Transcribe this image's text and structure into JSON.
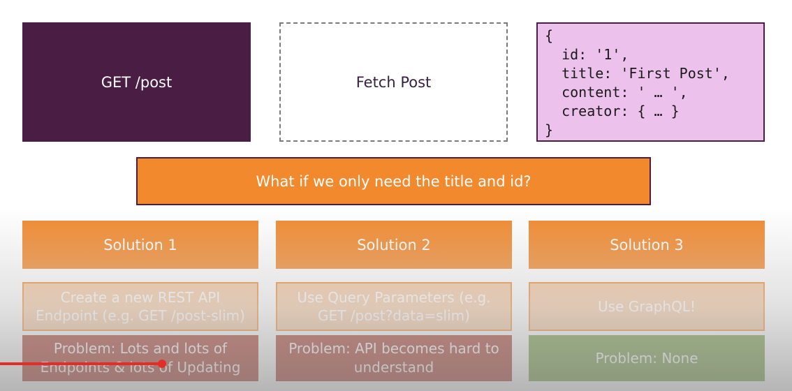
{
  "top_row": {
    "get_label": "GET /post",
    "fetch_label": "Fetch Post",
    "json_lines": [
      "{",
      "  id: '1',",
      "  title: 'First Post',",
      "  content: ' … ',",
      "  creator: { … }",
      "}"
    ]
  },
  "question": "What if we only need the title and id?",
  "solutions": [
    {
      "title": "Solution 1",
      "description": "Create a new REST API Endpoint (e.g. GET /post-slim)",
      "problem": "Problem: Lots and lots of Endpoints & lots of Updating"
    },
    {
      "title": "Solution 2",
      "description": "Use Query Parameters (e.g. GET /post?data=slim)",
      "problem": "Problem: API becomes hard to understand"
    },
    {
      "title": "Solution 3",
      "description": "Use GraphQL!",
      "problem": "Problem: None"
    }
  ],
  "colors": {
    "purple": "#4a1d45",
    "orange": "#f2892d",
    "light_orange": "#f7c79f",
    "pink": "#ecc2ec",
    "problem_red": "#a83224",
    "problem_green": "#6f9a3e",
    "progress_red": "#e52d27"
  }
}
